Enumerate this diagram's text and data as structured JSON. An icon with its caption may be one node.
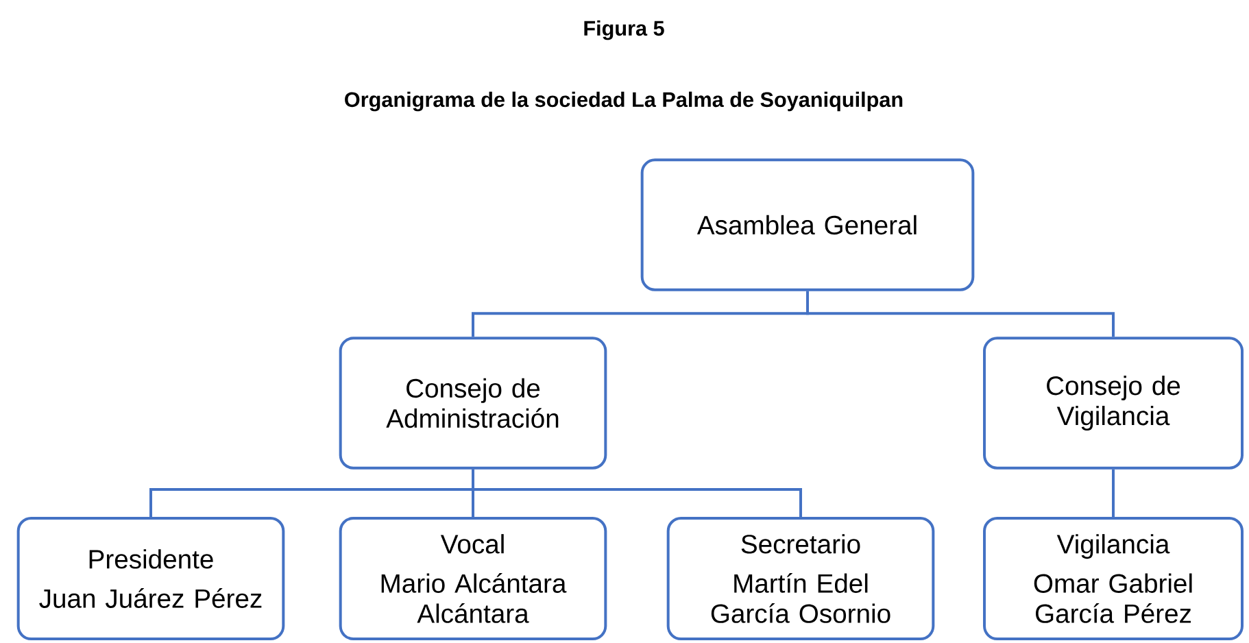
{
  "diagram": {
    "title": "Organigrama de la sociedad La Palma de Soyaniquilpan",
    "nodes": [
      {
        "text": [
          "Asamblea General"
        ]
      },
      {
        "text": [
          "Consejo de Administración"
        ]
      },
      {
        "text": [
          "Consejo de Vigilancia"
        ]
      },
      {
        "text": [
          "Presidente",
          "Juan Juárez Pérez"
        ]
      },
      {
        "text": [
          "Vocal",
          "Mario Alcántara Alcántara"
        ]
      },
      {
        "text": [
          "Secretario",
          "Martín Edel García Osornio"
        ]
      },
      {
        "text": [
          "Vigilancia",
          "Omar Gabriel García Pérez"
        ]
      }
    ],
    "edges": [
      {
        "from": 0,
        "to": 1,
        "arrow": "none"
      },
      {
        "from": 0,
        "to": 2,
        "arrow": "none"
      },
      {
        "from": 1,
        "to": 3,
        "arrow": "none"
      },
      {
        "from": 1,
        "to": 4,
        "arrow": "none"
      },
      {
        "from": 1,
        "to": 5,
        "arrow": "none"
      },
      {
        "from": 2,
        "to": 6,
        "arrow": "none"
      }
    ],
    "labels": [
      "Figura 5"
    ]
  }
}
